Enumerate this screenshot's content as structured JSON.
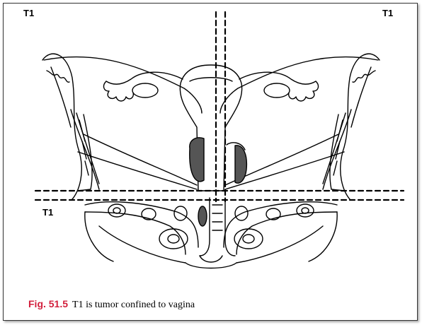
{
  "labels": {
    "top_left": "T1",
    "top_right": "T1",
    "bottom_left": "T1"
  },
  "caption": {
    "figure": "Fig. 51.5",
    "text": "T1 is tumor confined to vagina"
  },
  "colors": {
    "figure_number": "#d21f3c",
    "line": "#000000"
  }
}
